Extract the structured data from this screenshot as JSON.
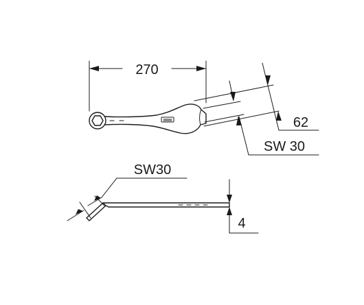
{
  "dimensions": {
    "length": "270",
    "height": "62",
    "wrench_size_top": "SW 30",
    "wrench_size_side": "SW30",
    "thickness": "4"
  }
}
